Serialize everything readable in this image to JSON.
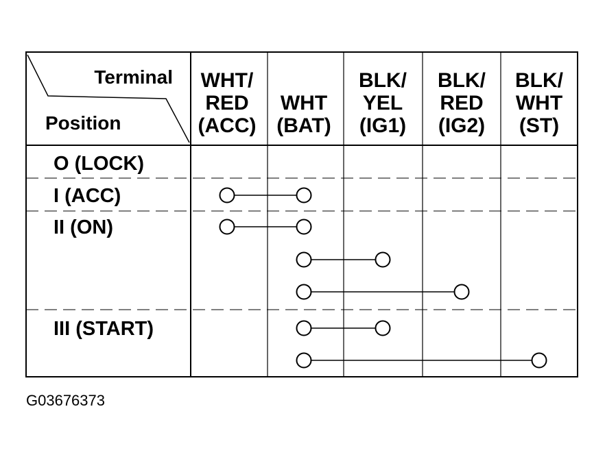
{
  "corner": {
    "top_label": "Terminal",
    "bottom_label": "Position"
  },
  "columns": [
    {
      "lines": [
        "WHT/",
        "RED",
        "(ACC)"
      ]
    },
    {
      "lines": [
        "WHT",
        "(BAT)"
      ]
    },
    {
      "lines": [
        "BLK/",
        "YEL",
        "(IG1)"
      ]
    },
    {
      "lines": [
        "BLK/",
        "RED",
        "(IG2)"
      ]
    },
    {
      "lines": [
        "BLK/",
        "WHT",
        "(ST)"
      ]
    }
  ],
  "positions": [
    {
      "label": "O (LOCK)",
      "connections": []
    },
    {
      "label": "I (ACC)",
      "connections": [
        [
          0,
          1
        ]
      ]
    },
    {
      "label": "II (ON)",
      "connections": [
        [
          0,
          1
        ],
        [
          1,
          2
        ],
        [
          1,
          3
        ]
      ]
    },
    {
      "label": "III (START)",
      "connections": [
        [
          1,
          2
        ],
        [
          1,
          4
        ]
      ]
    }
  ],
  "figure_id": "G03676373"
}
